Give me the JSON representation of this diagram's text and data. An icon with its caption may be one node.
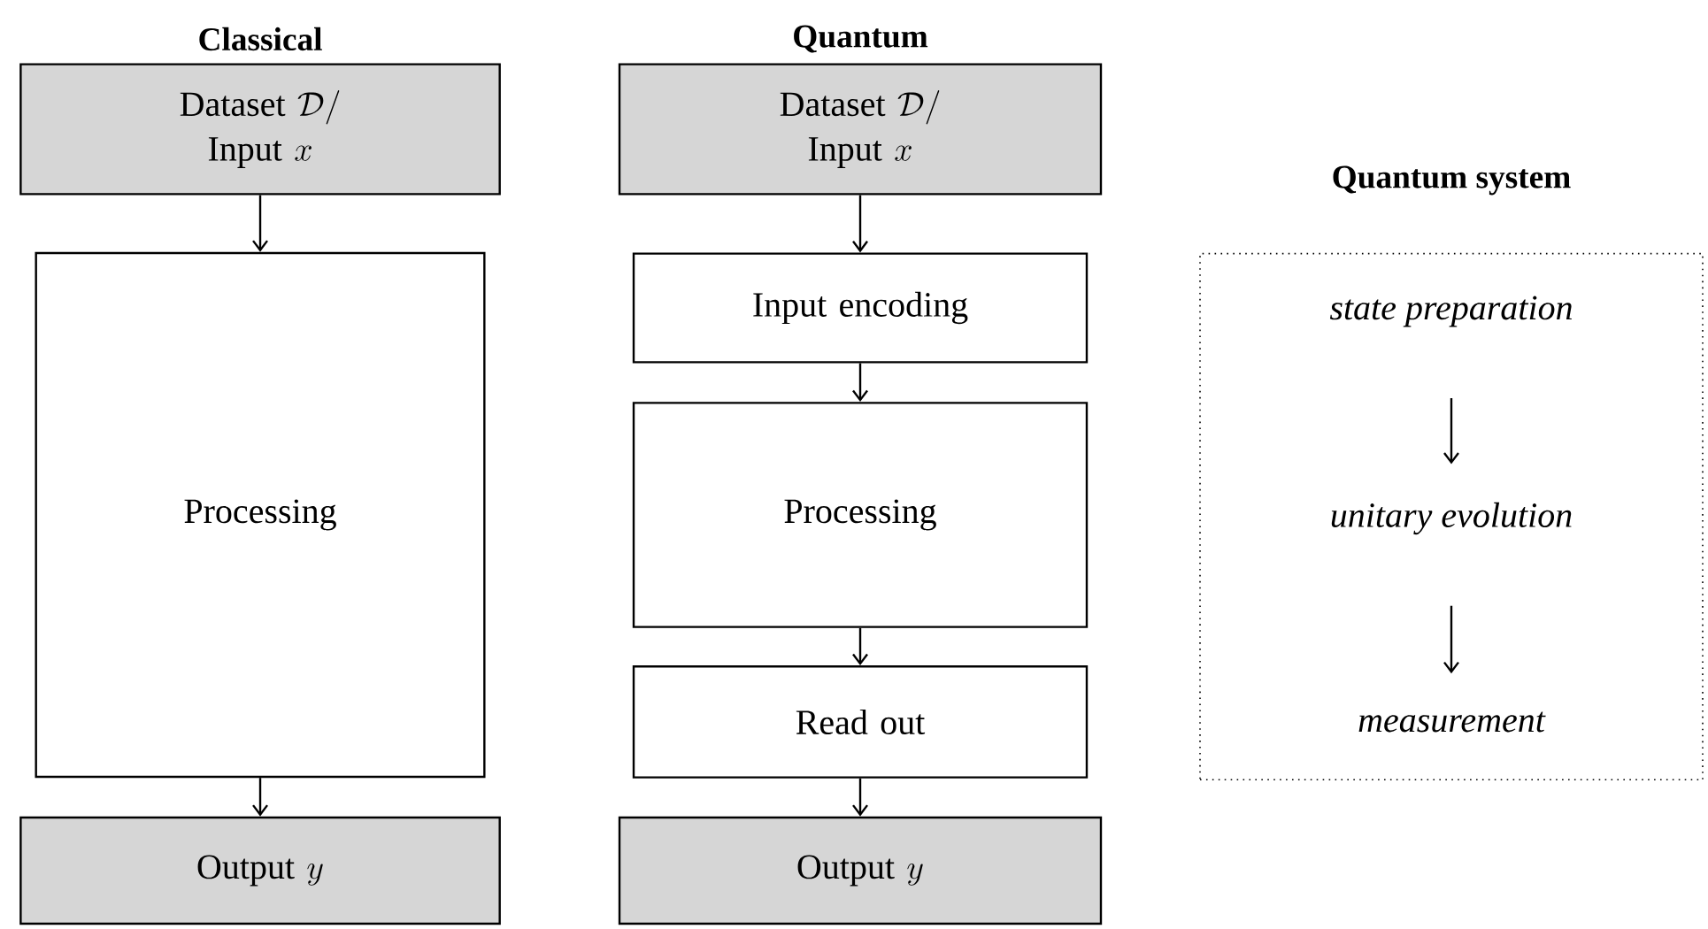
{
  "diagram": {
    "nodes": [
      {
        "text": [
          "\\text{Dataset }\\mathcal{D}/\\allowbreak\\text{Input }x"
        ]
      },
      {
        "text": [
          "Processing"
        ]
      },
      {
        "text": [
          "\\text{Output }y"
        ]
      },
      {
        "text": [
          "\\text{Dataset }\\mathcal{D}/\\allowbreak\\text{Input }x"
        ]
      },
      {
        "text": [
          "Input encoding"
        ]
      },
      {
        "text": [
          "Processing"
        ]
      },
      {
        "text": [
          "Read out"
        ]
      },
      {
        "text": [
          "\\text{Output }y"
        ]
      },
      {
        "text": [
          "Quantum system"
        ]
      },
      {
        "text": [
          "state preparation"
        ],
        "in": 8
      },
      {
        "text": [
          "unitary evolution"
        ],
        "in": 8
      },
      {
        "text": [
          "measurement"
        ],
        "in": 8
      }
    ],
    "edges": [
      {
        "from": 0,
        "to": 1,
        "arrow": "to"
      },
      {
        "from": 1,
        "to": 2,
        "arrow": "to"
      },
      {
        "from": 3,
        "to": 4,
        "arrow": "to"
      },
      {
        "from": 4,
        "to": 5,
        "arrow": "to"
      },
      {
        "from": 5,
        "to": 6,
        "arrow": "to"
      },
      {
        "from": 6,
        "to": 7,
        "arrow": "to"
      },
      {
        "from": 9,
        "to": 10,
        "arrow": "to"
      },
      {
        "from": 10,
        "to": 11,
        "arrow": "to"
      }
    ],
    "labels": [
      "Classical",
      "Quantum"
    ]
  }
}
